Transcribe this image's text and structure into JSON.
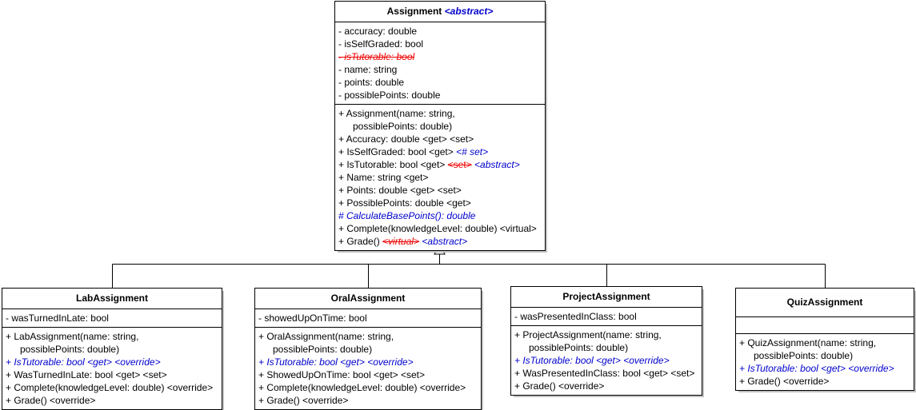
{
  "diagram": {
    "title": "Assignment class hierarchy UML diagram",
    "colors": {
      "background": "#ffffff",
      "line": "#000000",
      "abstract_blue": "#0000cc",
      "removed_red": "#ee0000",
      "shadow": "#c0c0c0"
    },
    "relationship": "generalization"
  },
  "classes": {
    "assignment": {
      "name": "Assignment",
      "stereotype": "<abstract>",
      "attributes": [
        {
          "text": "-  accuracy: double",
          "style": "plain"
        },
        {
          "text": "-  isSelfGraded: bool",
          "style": "plain"
        },
        {
          "text": "-  isTutorable: bool",
          "style": "red-strike-italic"
        },
        {
          "text": "-  name: string",
          "style": "plain"
        },
        {
          "text": "-  points: double",
          "style": "plain"
        },
        {
          "text": "-  possiblePoints: double",
          "style": "plain"
        }
      ],
      "operations": [
        {
          "parts": [
            {
              "text": "+ Assignment(name: string,",
              "style": "plain"
            }
          ]
        },
        {
          "continuation": true,
          "parts": [
            {
              "text": "possiblePoints: double)",
              "style": "plain"
            }
          ]
        },
        {
          "parts": [
            {
              "text": "+ Accuracy: double <get> <set>",
              "style": "plain"
            }
          ]
        },
        {
          "parts": [
            {
              "text": "+ IsSelfGraded: bool <get> ",
              "style": "plain"
            },
            {
              "text": "<# set>",
              "style": "blue-italic"
            }
          ]
        },
        {
          "parts": [
            {
              "text": "+ IsTutorable: bool <get> ",
              "style": "plain"
            },
            {
              "text": "<set>",
              "style": "red-strike"
            },
            {
              "text": " ",
              "style": "plain"
            },
            {
              "text": "<abstract>",
              "style": "blue-italic"
            }
          ]
        },
        {
          "parts": [
            {
              "text": "+ Name: string <get>",
              "style": "plain"
            }
          ]
        },
        {
          "parts": [
            {
              "text": "+ Points: double <get> <set>",
              "style": "plain"
            }
          ]
        },
        {
          "parts": [
            {
              "text": "+ PossiblePoints: double <get>",
              "style": "plain"
            }
          ]
        },
        {
          "parts": [
            {
              "text": "# CalculateBasePoints(): double",
              "style": "blue-italic"
            }
          ]
        },
        {
          "parts": [
            {
              "text": "+ Complete(knowledgeLevel: double) <virtual>",
              "style": "plain"
            }
          ]
        },
        {
          "parts": [
            {
              "text": "+ Grade() ",
              "style": "plain"
            },
            {
              "text": "<virtual>",
              "style": "red-strike-italic"
            },
            {
              "text": " ",
              "style": "plain"
            },
            {
              "text": "<abstract>",
              "style": "blue-italic"
            }
          ]
        }
      ]
    },
    "lab": {
      "name": "LabAssignment",
      "stereotype": "",
      "attributes": [
        {
          "text": "-  wasTurnedInLate: bool",
          "style": "plain"
        }
      ],
      "operations": [
        {
          "parts": [
            {
              "text": "+ LabAssignment(name: string,",
              "style": "plain"
            }
          ]
        },
        {
          "continuation": true,
          "parts": [
            {
              "text": "possiblePoints: double)",
              "style": "plain"
            }
          ]
        },
        {
          "parts": [
            {
              "text": "+ IsTutorable: bool <get> <override>",
              "style": "blue-italic"
            }
          ]
        },
        {
          "parts": [
            {
              "text": "+ WasTurnedInLate: bool <get> <set>",
              "style": "plain"
            }
          ]
        },
        {
          "parts": [
            {
              "text": "+ Complete(knowledgeLevel: double) <override>",
              "style": "plain"
            }
          ]
        },
        {
          "parts": [
            {
              "text": "+ Grade() <override>",
              "style": "plain"
            }
          ]
        }
      ]
    },
    "oral": {
      "name": "OralAssignment",
      "stereotype": "",
      "attributes": [
        {
          "text": "-  showedUpOnTime: bool",
          "style": "plain"
        }
      ],
      "operations": [
        {
          "parts": [
            {
              "text": "+ OralAssignment(name: string,",
              "style": "plain"
            }
          ]
        },
        {
          "continuation": true,
          "parts": [
            {
              "text": "possiblePoints: double)",
              "style": "plain"
            }
          ]
        },
        {
          "parts": [
            {
              "text": "+ IsTutorable: bool <get> <override>",
              "style": "blue-italic"
            }
          ]
        },
        {
          "parts": [
            {
              "text": "+ ShowedUpOnTime: bool <get> <set>",
              "style": "plain"
            }
          ]
        },
        {
          "parts": [
            {
              "text": "+ Complete(knowledgeLevel: double) <override>",
              "style": "plain"
            }
          ]
        },
        {
          "parts": [
            {
              "text": "+ Grade() <override>",
              "style": "plain"
            }
          ]
        }
      ]
    },
    "project": {
      "name": "ProjectAssignment",
      "stereotype": "",
      "attributes": [
        {
          "text": "-  wasPresentedInClass: bool",
          "style": "plain"
        }
      ],
      "operations": [
        {
          "parts": [
            {
              "text": "+ ProjectAssignment(name: string,",
              "style": "plain"
            }
          ]
        },
        {
          "continuation": true,
          "parts": [
            {
              "text": "possiblePoints: double)",
              "style": "plain"
            }
          ]
        },
        {
          "parts": [
            {
              "text": "+ IsTutorable: bool <get> <override>",
              "style": "blue-italic"
            }
          ]
        },
        {
          "parts": [
            {
              "text": "+ WasPresentedInClass: bool <get> <set>",
              "style": "plain"
            }
          ]
        },
        {
          "parts": [
            {
              "text": "+ Grade() <override>",
              "style": "plain"
            }
          ]
        }
      ]
    },
    "quiz": {
      "name": "QuizAssignment",
      "stereotype": "",
      "attributes": [],
      "operations": [
        {
          "parts": [
            {
              "text": "+ QuizAssignment(name: string,",
              "style": "plain"
            }
          ]
        },
        {
          "continuation": true,
          "parts": [
            {
              "text": "possiblePoints: double)",
              "style": "plain"
            }
          ]
        },
        {
          "parts": [
            {
              "text": "+ IsTutorable: bool <get> <override>",
              "style": "blue-italic"
            }
          ]
        },
        {
          "parts": [
            {
              "text": "+ Grade() <override>",
              "style": "plain"
            }
          ]
        }
      ]
    }
  }
}
